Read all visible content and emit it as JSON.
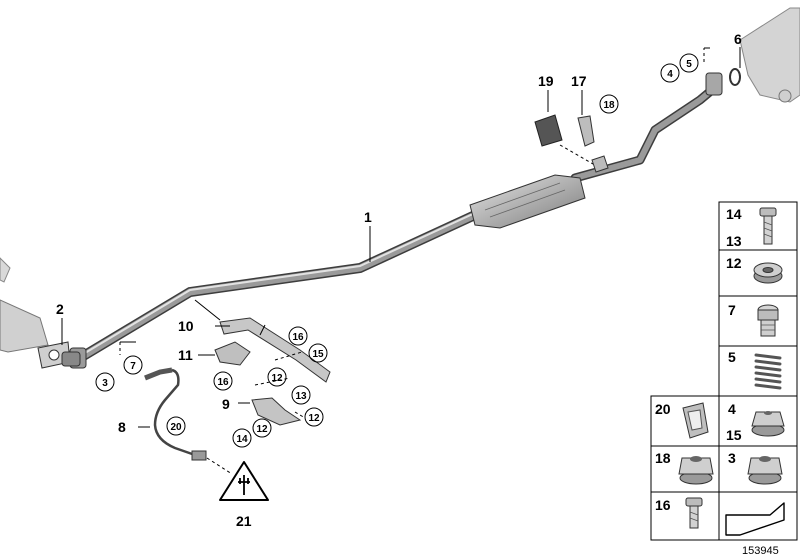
{
  "callouts": {
    "c1": "1",
    "c2": "2",
    "c3": "3",
    "c4": "4",
    "c5": "5",
    "c6": "6",
    "c7": "7",
    "c8": "8",
    "c9": "9",
    "c10": "10",
    "c11": "11",
    "c12a": "12",
    "c12b": "12",
    "c12c": "12",
    "c13": "13",
    "c14": "14",
    "c15": "15",
    "c16a": "16",
    "c16b": "16",
    "c17": "17",
    "c18": "18",
    "c19": "19",
    "c20": "20",
    "c21": "21"
  },
  "legend": {
    "r1a": "14",
    "r1b": "13",
    "r2": "12",
    "r3": "7",
    "r4": "5",
    "r5a": "20",
    "r5b": "4",
    "r5c": "15",
    "r6a": "18",
    "r6b": "3",
    "r7": "16"
  },
  "reference": "153945",
  "colors": {
    "pipe": "#8a8a8a",
    "pipe_dark": "#5a5a5a",
    "part": "#b5b5b5",
    "line": "#000000"
  }
}
